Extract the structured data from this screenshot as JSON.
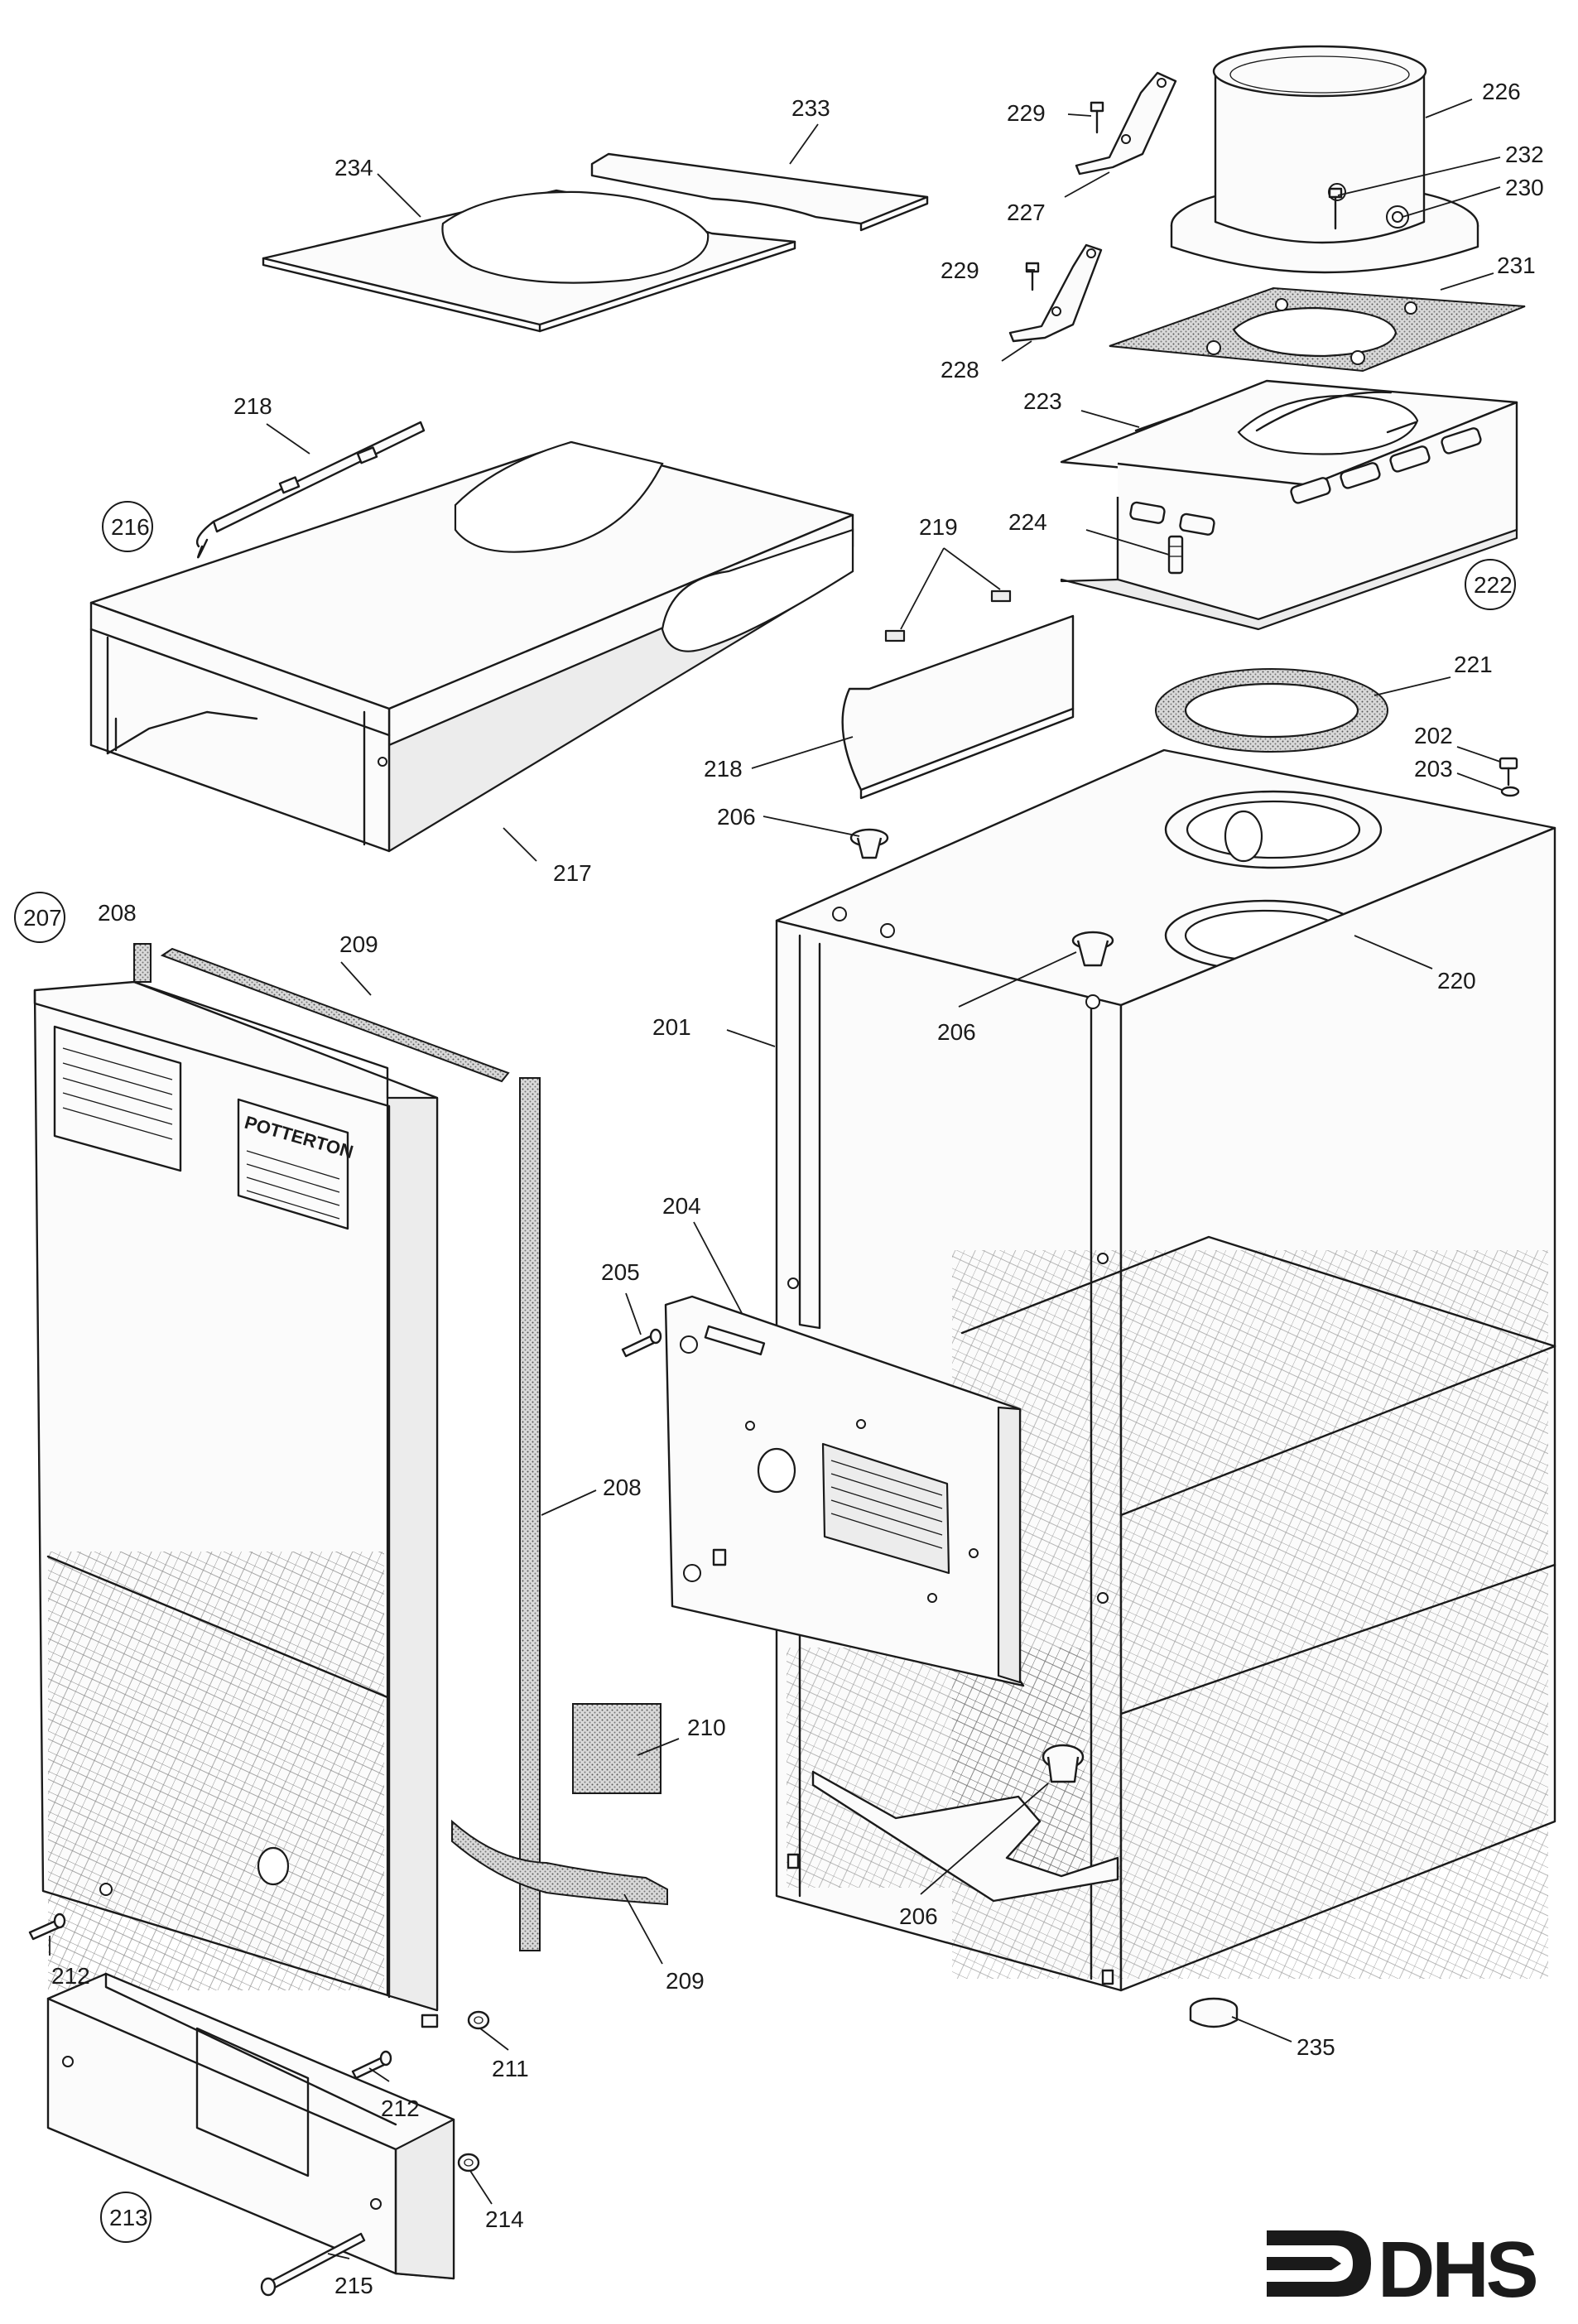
{
  "diagram": {
    "brand_plate_text": "POTTERTON",
    "logo_text": "DHS",
    "callouts": [
      {
        "id": "226",
        "text": "226"
      },
      {
        "id": "229a",
        "text": "229"
      },
      {
        "id": "232",
        "text": "232"
      },
      {
        "id": "230",
        "text": "230"
      },
      {
        "id": "233",
        "text": "233"
      },
      {
        "id": "234",
        "text": "234"
      },
      {
        "id": "227",
        "text": "227"
      },
      {
        "id": "229b",
        "text": "229"
      },
      {
        "id": "231",
        "text": "231"
      },
      {
        "id": "228",
        "text": "228"
      },
      {
        "id": "223",
        "text": "223"
      },
      {
        "id": "218a",
        "text": "218"
      },
      {
        "id": "216",
        "text": "216"
      },
      {
        "id": "219",
        "text": "219"
      },
      {
        "id": "224",
        "text": "224"
      },
      {
        "id": "222",
        "text": "222"
      },
      {
        "id": "221",
        "text": "221"
      },
      {
        "id": "202",
        "text": "202"
      },
      {
        "id": "203",
        "text": "203"
      },
      {
        "id": "218b",
        "text": "218"
      },
      {
        "id": "206a",
        "text": "206"
      },
      {
        "id": "217",
        "text": "217"
      },
      {
        "id": "207",
        "text": "207"
      },
      {
        "id": "208a",
        "text": "208"
      },
      {
        "id": "209a",
        "text": "209"
      },
      {
        "id": "220",
        "text": "220"
      },
      {
        "id": "201",
        "text": "201"
      },
      {
        "id": "206b",
        "text": "206"
      },
      {
        "id": "204",
        "text": "204"
      },
      {
        "id": "205",
        "text": "205"
      },
      {
        "id": "208b",
        "text": "208"
      },
      {
        "id": "210",
        "text": "210"
      },
      {
        "id": "206c",
        "text": "206"
      },
      {
        "id": "212a",
        "text": "212"
      },
      {
        "id": "209b",
        "text": "209"
      },
      {
        "id": "211",
        "text": "211"
      },
      {
        "id": "212b",
        "text": "212"
      },
      {
        "id": "235",
        "text": "235"
      },
      {
        "id": "214",
        "text": "214"
      },
      {
        "id": "213",
        "text": "213"
      },
      {
        "id": "215",
        "text": "215"
      }
    ]
  }
}
